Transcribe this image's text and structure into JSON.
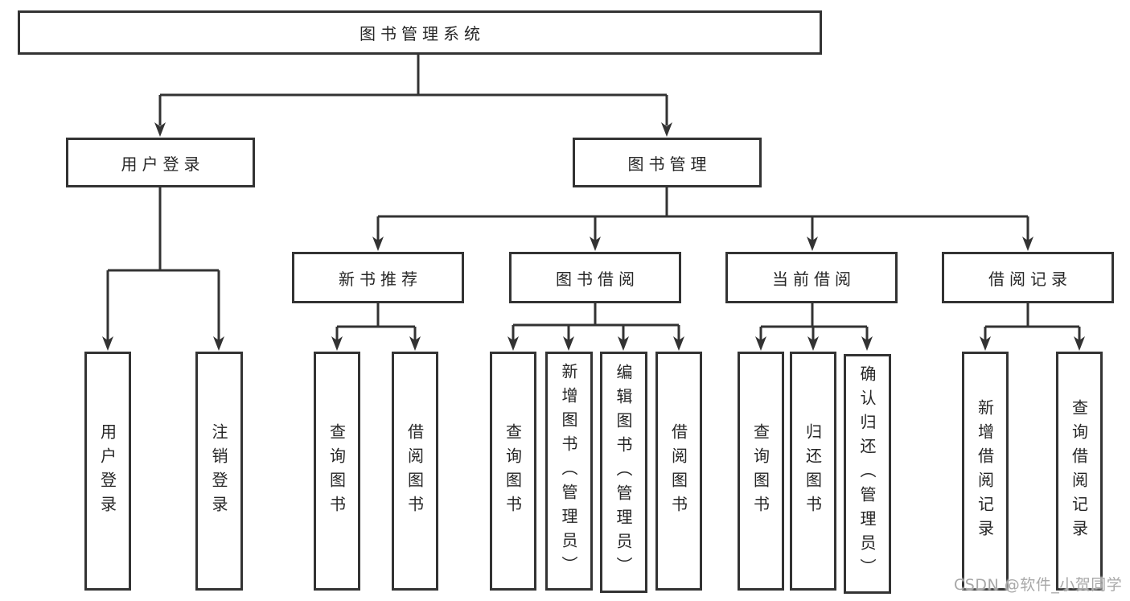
{
  "tree": {
    "label": "图书管理系统",
    "children": [
      {
        "label": "用户登录",
        "children": [
          {
            "label": "用户登录"
          },
          {
            "label": "注销登录"
          }
        ]
      },
      {
        "label": "图书管理",
        "children": [
          {
            "label": "新书推荐",
            "children": [
              {
                "label": "查询图书"
              },
              {
                "label": "借阅图书"
              }
            ]
          },
          {
            "label": "图书借阅",
            "children": [
              {
                "label": "查询图书"
              },
              {
                "label": "新增图书（管理员）"
              },
              {
                "label": "编辑图书（管理员）"
              },
              {
                "label": "借阅图书"
              }
            ]
          },
          {
            "label": "当前借阅",
            "children": [
              {
                "label": "查询图书"
              },
              {
                "label": "归还图书"
              },
              {
                "label": "确认归还（管理员）"
              }
            ]
          },
          {
            "label": "借阅记录",
            "children": [
              {
                "label": "新增借阅记录"
              },
              {
                "label": "查询借阅记录"
              }
            ]
          }
        ]
      }
    ]
  },
  "watermark": {
    "text": "CSDN @软件_小贺同学"
  },
  "colors": {
    "line": "#333333",
    "text": "#262626",
    "watermark_gray": "#a8a8a8",
    "background": "#ffffff"
  }
}
